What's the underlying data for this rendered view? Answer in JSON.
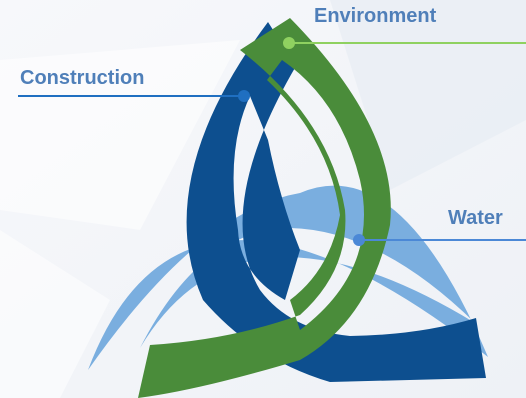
{
  "labels": {
    "environment": "Environment",
    "construction": "Construction",
    "water": "Water"
  },
  "colors": {
    "background": "#f3f5f9",
    "environment": "#4a8c3a",
    "construction": "#0d4f8f",
    "water": "#7aaedf",
    "environment_leader": "#8fd160",
    "construction_leader": "#1f6fc1",
    "water_leader": "#4b88d6",
    "label_text": "#4f7fb9"
  }
}
